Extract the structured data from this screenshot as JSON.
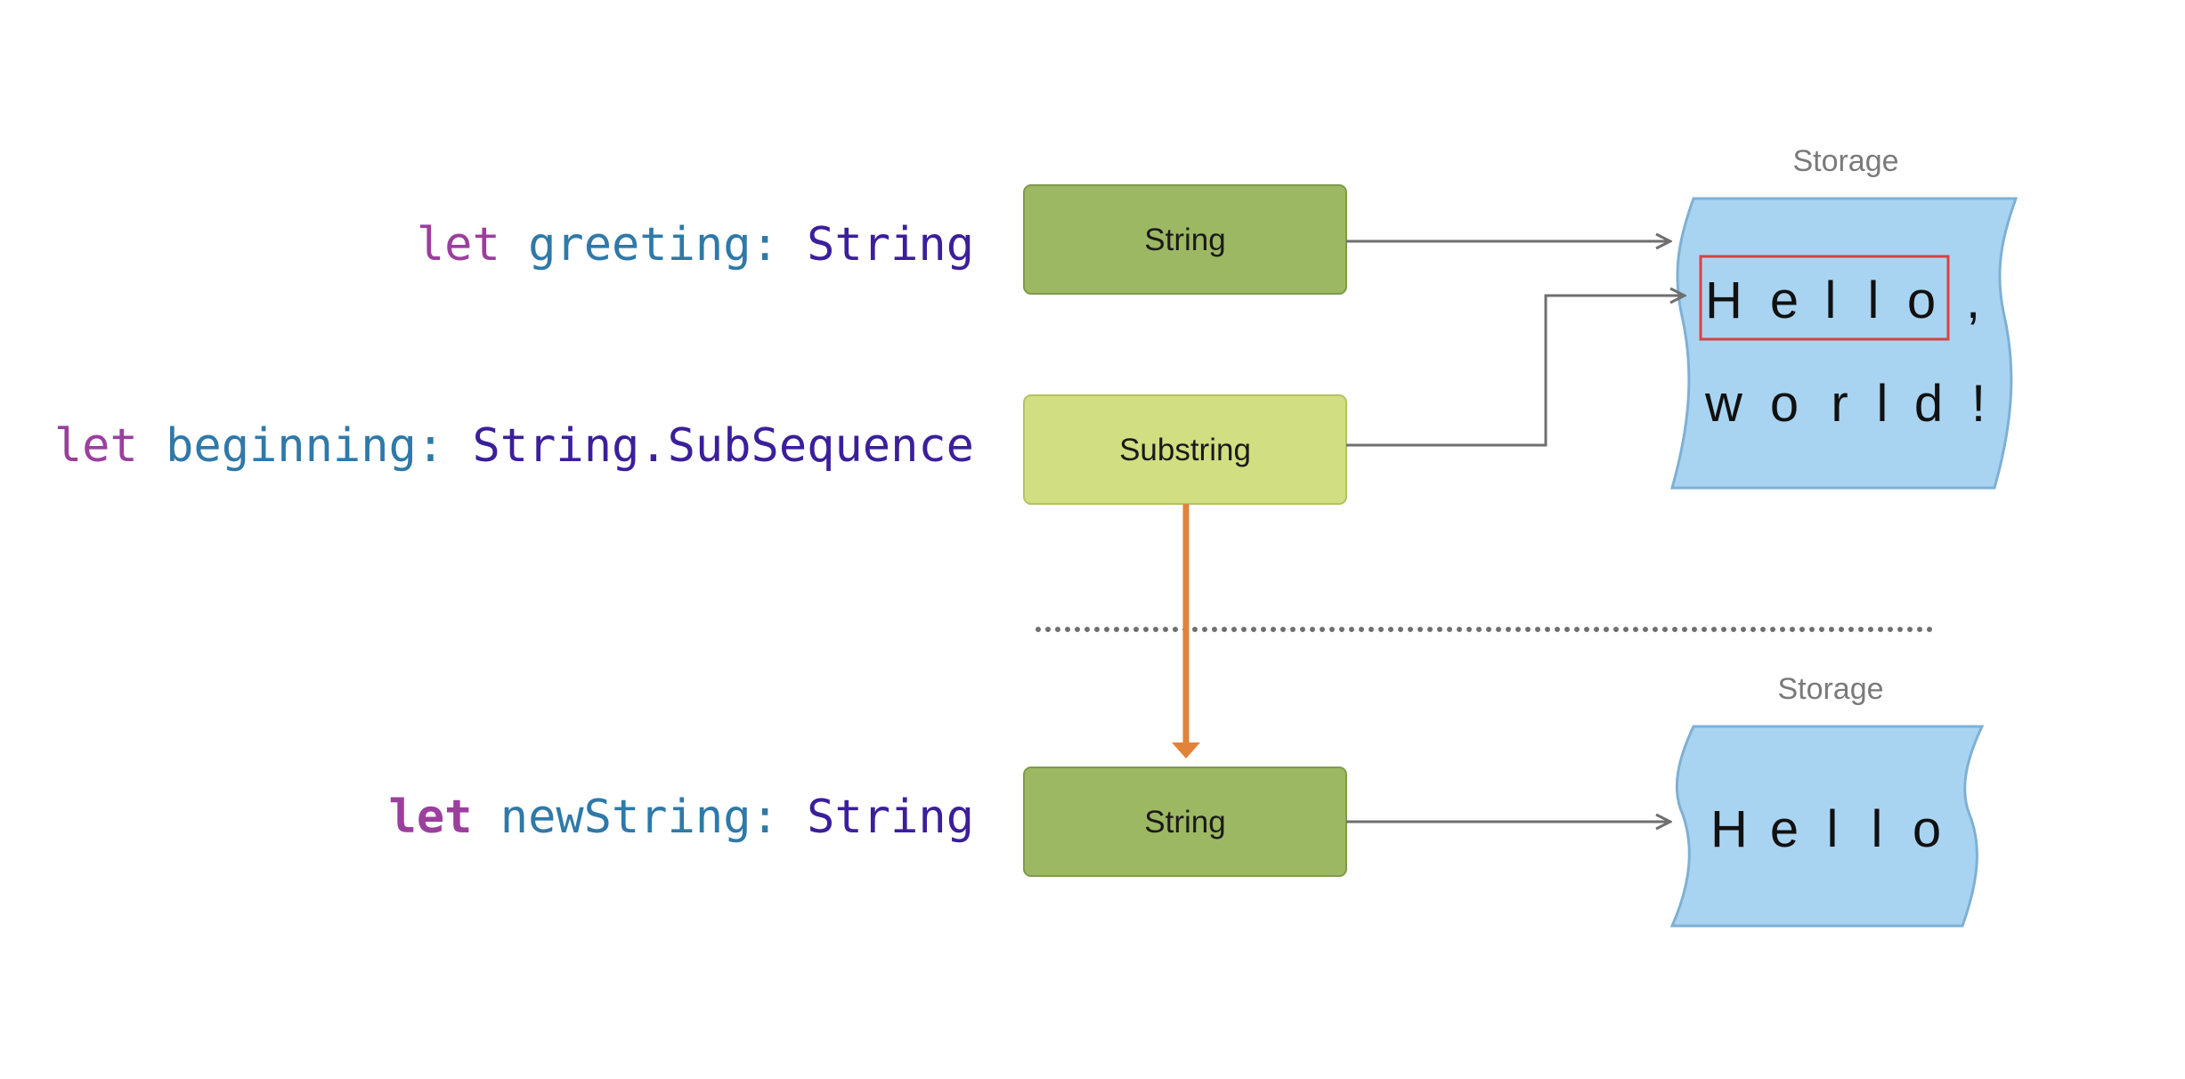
{
  "declarations": [
    {
      "keyword": "let",
      "name": "greeting",
      "colon": ":",
      "type": "String"
    },
    {
      "keyword": "let",
      "name": "beginning",
      "colon": ":",
      "type": "String.SubSequence"
    },
    {
      "keyword": "let",
      "name": "newString",
      "colon": ":",
      "type": "String"
    }
  ],
  "boxes": {
    "greeting": "String",
    "beginning": "Substring",
    "new_string": "String"
  },
  "storage_top": {
    "label": "Storage",
    "line1_chars": [
      "H",
      "e",
      "l",
      "l",
      "o",
      ","
    ],
    "line2_chars": [
      "w",
      "o",
      "r",
      "l",
      "d",
      "!"
    ]
  },
  "storage_bottom": {
    "label": "Storage",
    "chars": [
      "H",
      "e",
      "l",
      "l",
      "o"
    ]
  },
  "colors": {
    "string_box": "#9db863",
    "substring_box": "#d1de81",
    "storage_fill": "#a9d4f1",
    "highlight_border": "#d64343",
    "conversion_arrow": "#e2833a",
    "connector": "#6f6f6f"
  }
}
